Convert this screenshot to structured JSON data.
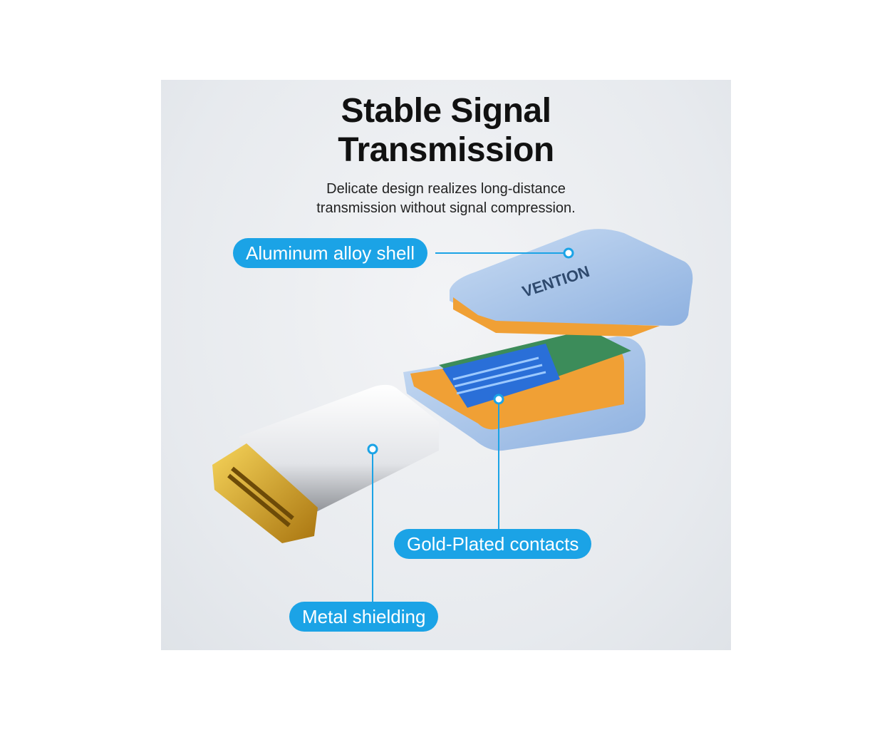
{
  "title_line1": "Stable Signal",
  "title_line2": "Transmission",
  "subtitle_line1": "Delicate design realizes long-distance",
  "subtitle_line2": "transmission without signal compression.",
  "labels": {
    "shell": "Aluminum alloy shell",
    "contacts": "Gold-Plated contacts",
    "shielding": "Metal shielding"
  },
  "brand_logo": "VENTION",
  "colors": {
    "accent": "#1ba3e6",
    "shell": "#a9c6ea",
    "inner": "#f4a53a",
    "gold": "#d9a521"
  }
}
